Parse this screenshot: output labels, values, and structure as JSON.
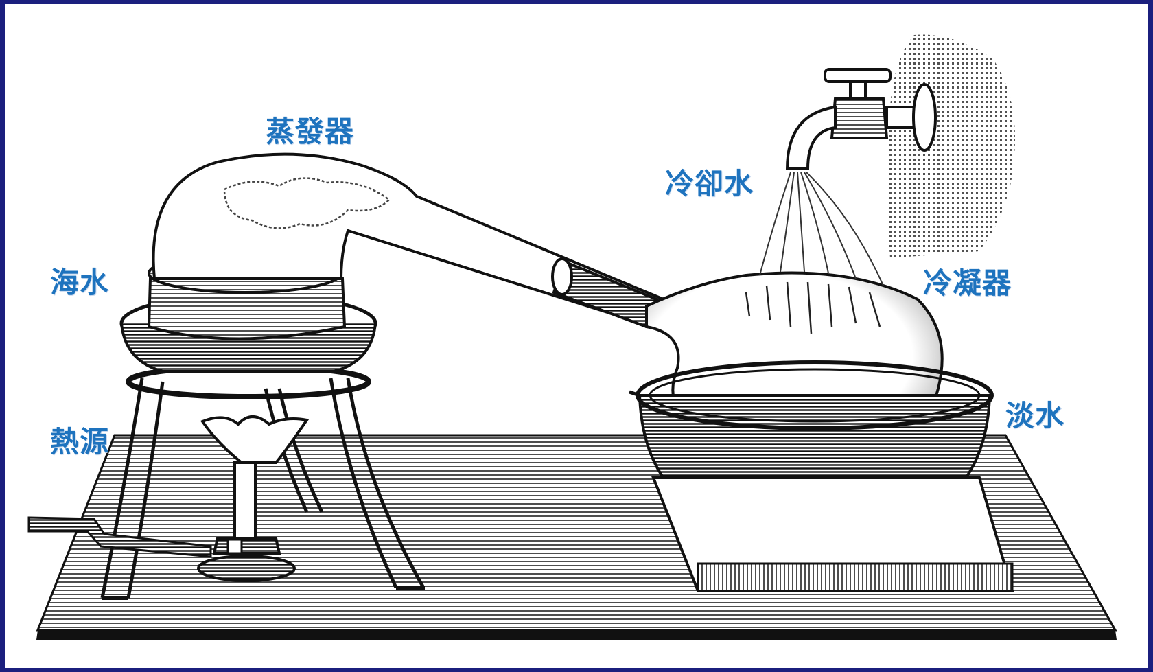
{
  "labels": {
    "evaporator": "蒸發器",
    "seawater": "海水",
    "heat_source": "熱源",
    "cooling_water": "冷卻水",
    "condenser": "冷凝器",
    "fresh_water": "淡水"
  },
  "colors": {
    "frame": "#1b1f7e",
    "label": "#1e73be",
    "ink": "#111111",
    "background": "#ffffff"
  }
}
